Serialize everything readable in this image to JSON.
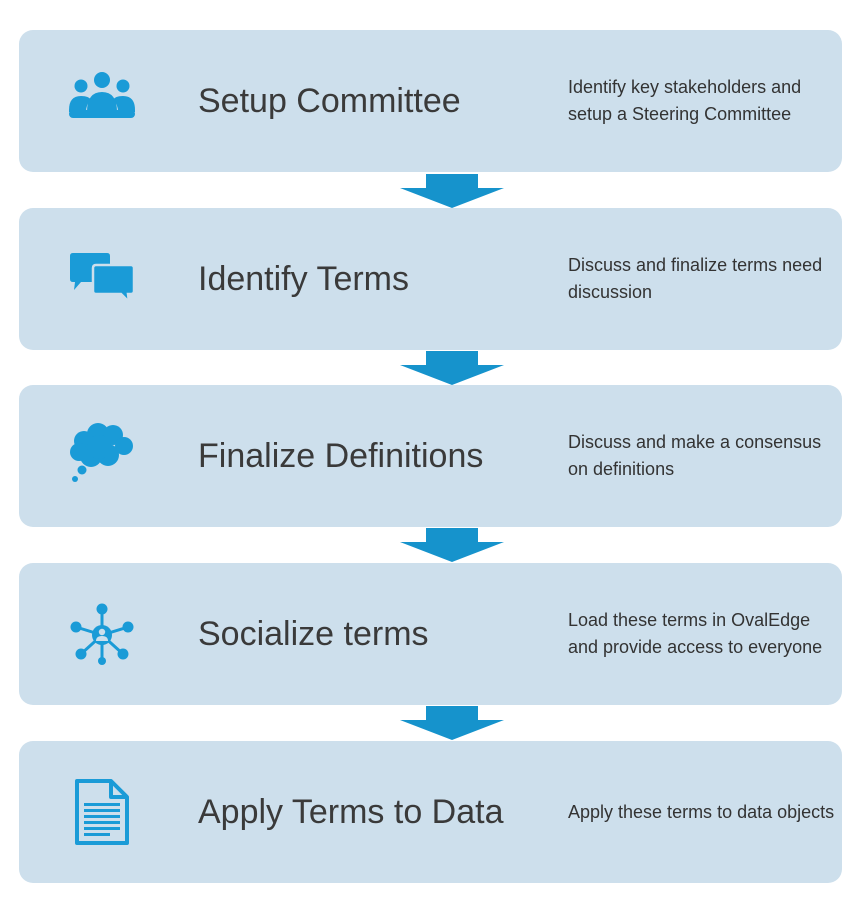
{
  "colors": {
    "box_fill": "#cddfec",
    "accent": "#1a9bd7",
    "arrow": "#1693cc"
  },
  "steps": [
    {
      "icon": "people-icon",
      "title": "Setup Committee",
      "description": "Identify key stakeholders and setup a Steering Committee"
    },
    {
      "icon": "chat-bubbles-icon",
      "title": "Identify Terms",
      "description": "Discuss and finalize terms need discussion"
    },
    {
      "icon": "thought-cloud-icon",
      "title": "Finalize Definitions",
      "description": "Discuss and make a consensus on definitions"
    },
    {
      "icon": "network-icon",
      "title": "Socialize terms",
      "description": "Load these terms in OvalEdge and provide access to everyone"
    },
    {
      "icon": "document-icon",
      "title": "Apply Terms to Data",
      "description": "Apply these terms to data objects"
    }
  ]
}
